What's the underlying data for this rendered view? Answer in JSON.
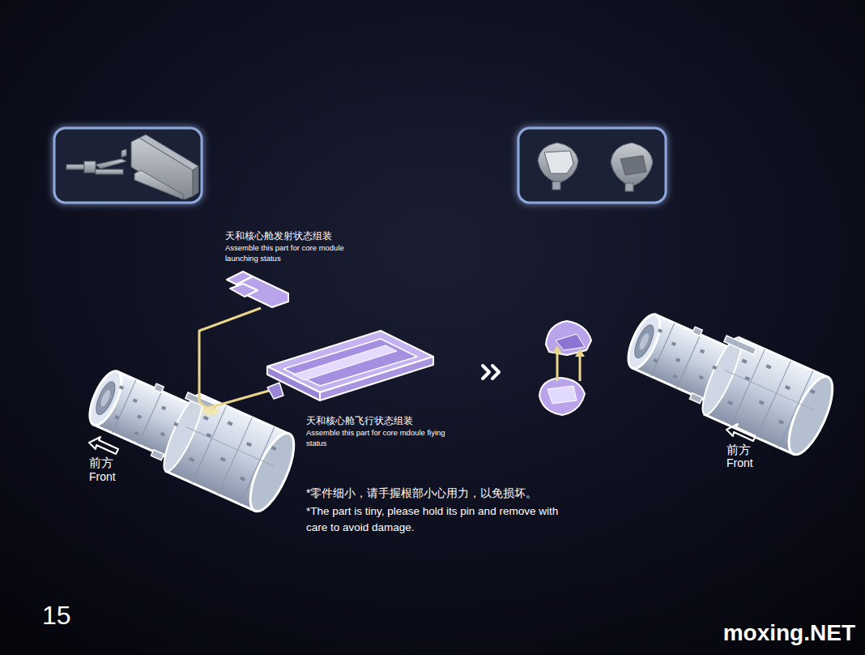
{
  "diagram": {
    "labels": [
      "天和核心舱发射状态组装",
      "Assemble this part for core module launching status",
      "天和核心舱飞行状态组装",
      "Assemble this part for core mdoule fiying status",
      "前方",
      "Front",
      "*零件细小，请手握根部小心用力，以免损坏。",
      "*The part is tiny, please hold its pin and remove with care to avoid damage.",
      "前方",
      "Front",
      "15",
      "moxing.NET"
    ]
  }
}
